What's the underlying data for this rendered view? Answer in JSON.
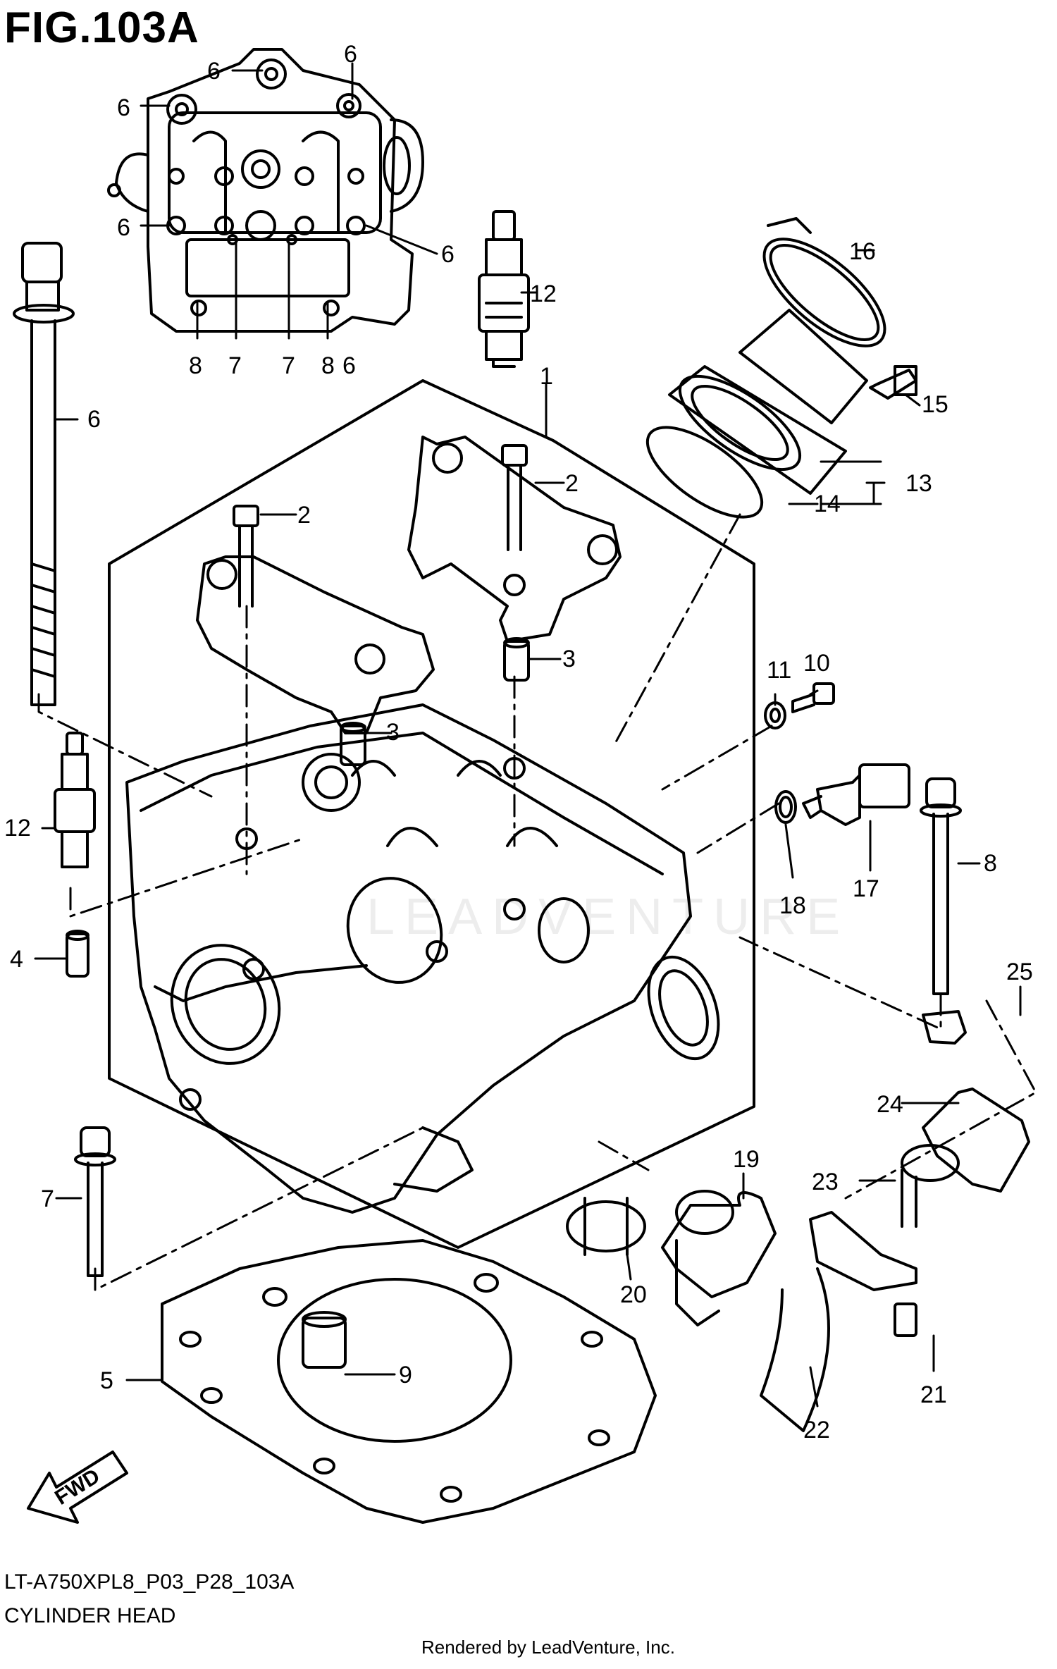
{
  "figure": {
    "title": "FIG.103A",
    "code": "LT-A750XPL8_P03_P28_103A",
    "name": "CYLINDER HEAD",
    "credit": "Rendered by LeadVenture, Inc.",
    "fwd_label": "FWD",
    "watermark": "LEADVENTURE"
  },
  "callouts": [
    "6",
    "6",
    "6",
    "6",
    "6",
    "6",
    "12",
    "8",
    "7",
    "7",
    "8",
    "16",
    "15",
    "1",
    "2",
    "13",
    "14",
    "2",
    "6",
    "3",
    "11",
    "10",
    "3",
    "12",
    "8",
    "17",
    "18",
    "4",
    "25",
    "24",
    "7",
    "19",
    "23",
    "20",
    "9",
    "5",
    "21",
    "22"
  ]
}
